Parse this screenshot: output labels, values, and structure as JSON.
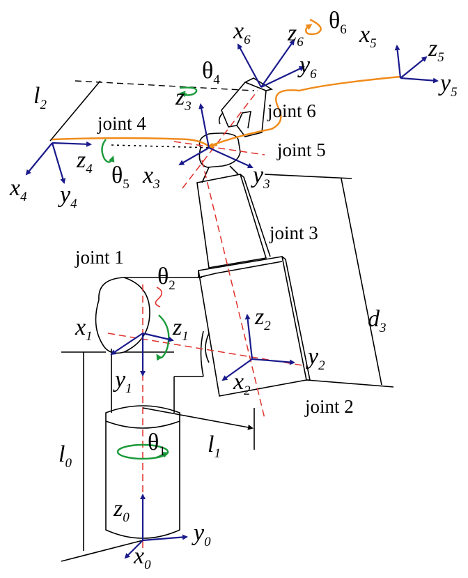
{
  "joints": {
    "j1": "joint 1",
    "j2": "joint 2",
    "j3": "joint 3",
    "j4": "joint 4",
    "j5": "joint 5",
    "j6": "joint 6"
  },
  "frames": {
    "f0": {
      "x": "x",
      "y": "y",
      "z": "z",
      "idx": "0"
    },
    "f1": {
      "x": "x",
      "y": "y",
      "z": "z",
      "idx": "1"
    },
    "f2": {
      "x": "x",
      "y": "y",
      "z": "z",
      "idx": "2"
    },
    "f3": {
      "x": "x",
      "y": "y",
      "z": "z",
      "idx": "3"
    },
    "f4": {
      "x": "x",
      "y": "y",
      "z": "z",
      "idx": "4"
    },
    "f5": {
      "x": "x",
      "y": "y",
      "z": "z",
      "idx": "5"
    },
    "f6": {
      "x": "x",
      "y": "y",
      "z": "z",
      "idx": "6"
    }
  },
  "angles": {
    "symbol": "θ",
    "t1": "1",
    "t2": "2",
    "t4": "4",
    "t5": "5",
    "t6": "6"
  },
  "dimensions": {
    "l0": {
      "sym": "l",
      "idx": "0"
    },
    "l1": {
      "sym": "l",
      "idx": "1"
    },
    "l2": {
      "sym": "l",
      "idx": "2"
    },
    "d3": {
      "sym": "d",
      "idx": "3"
    }
  },
  "colors": {
    "axis": "#1a1a8c",
    "rotation": "#1a9a3a",
    "orange": "#f08a18",
    "centerline": "#e0302a",
    "outline": "#000000"
  }
}
